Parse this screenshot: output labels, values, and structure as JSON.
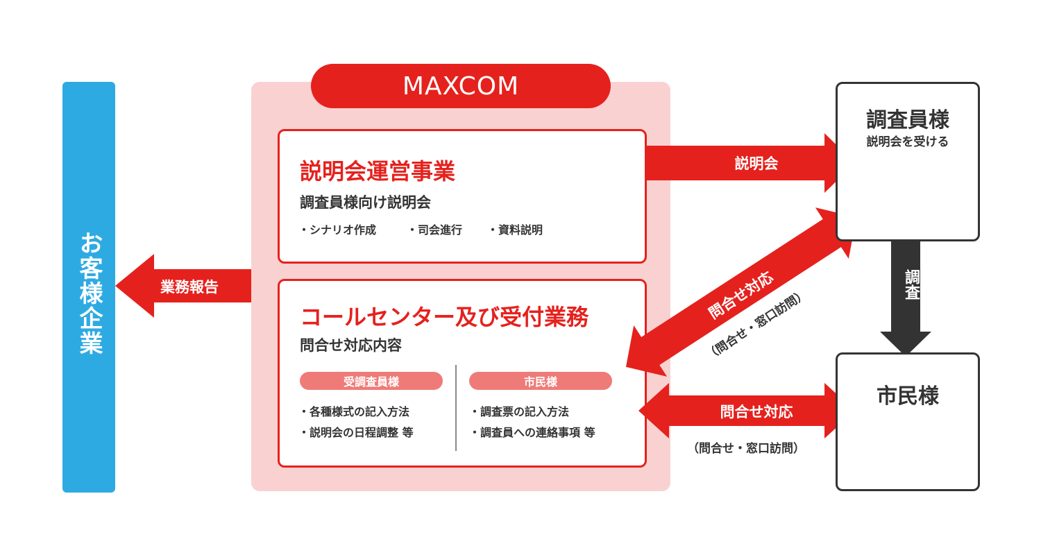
{
  "client": {
    "label": "お客様企業"
  },
  "report_arrow": {
    "label": "業務報告"
  },
  "maxcom": {
    "title": "MAXCOM",
    "card1": {
      "heading": "説明会運営事業",
      "sub": "調査員様向け説明会",
      "bullets": [
        "・シナリオ作成",
        "・司会進行",
        "・資料説明"
      ]
    },
    "card2": {
      "heading": "コールセンター及び受付業務",
      "sub": "問合せ対応内容",
      "left_col": {
        "pill": "受調査員様",
        "items": [
          "・各種様式の記入方法",
          "・説明会の日程調整 等"
        ]
      },
      "right_col": {
        "pill": "市民様",
        "items": [
          "・調査票の記入方法",
          "・調査員への連絡事項 等"
        ]
      }
    }
  },
  "surveyor": {
    "title": "調査員様",
    "sub": "説明会を受ける",
    "icon": "people-presentation-icon"
  },
  "citizen": {
    "title": "市民様",
    "icon": "person-house-icon"
  },
  "arrows": {
    "briefing": "説明会",
    "inquiry_diag": "問合せ対応",
    "inquiry_diag_paren": "（問合せ・窓口訪問）",
    "inquiry_lower": "問合せ対応",
    "inquiry_lower_paren": "（問合せ・窓口訪問）",
    "survey": "調査"
  },
  "colors": {
    "red": "#e5211d",
    "pink": "#fad1d1",
    "blue": "#2eaae3",
    "dark": "#333333",
    "pill": "#ef7b78"
  }
}
